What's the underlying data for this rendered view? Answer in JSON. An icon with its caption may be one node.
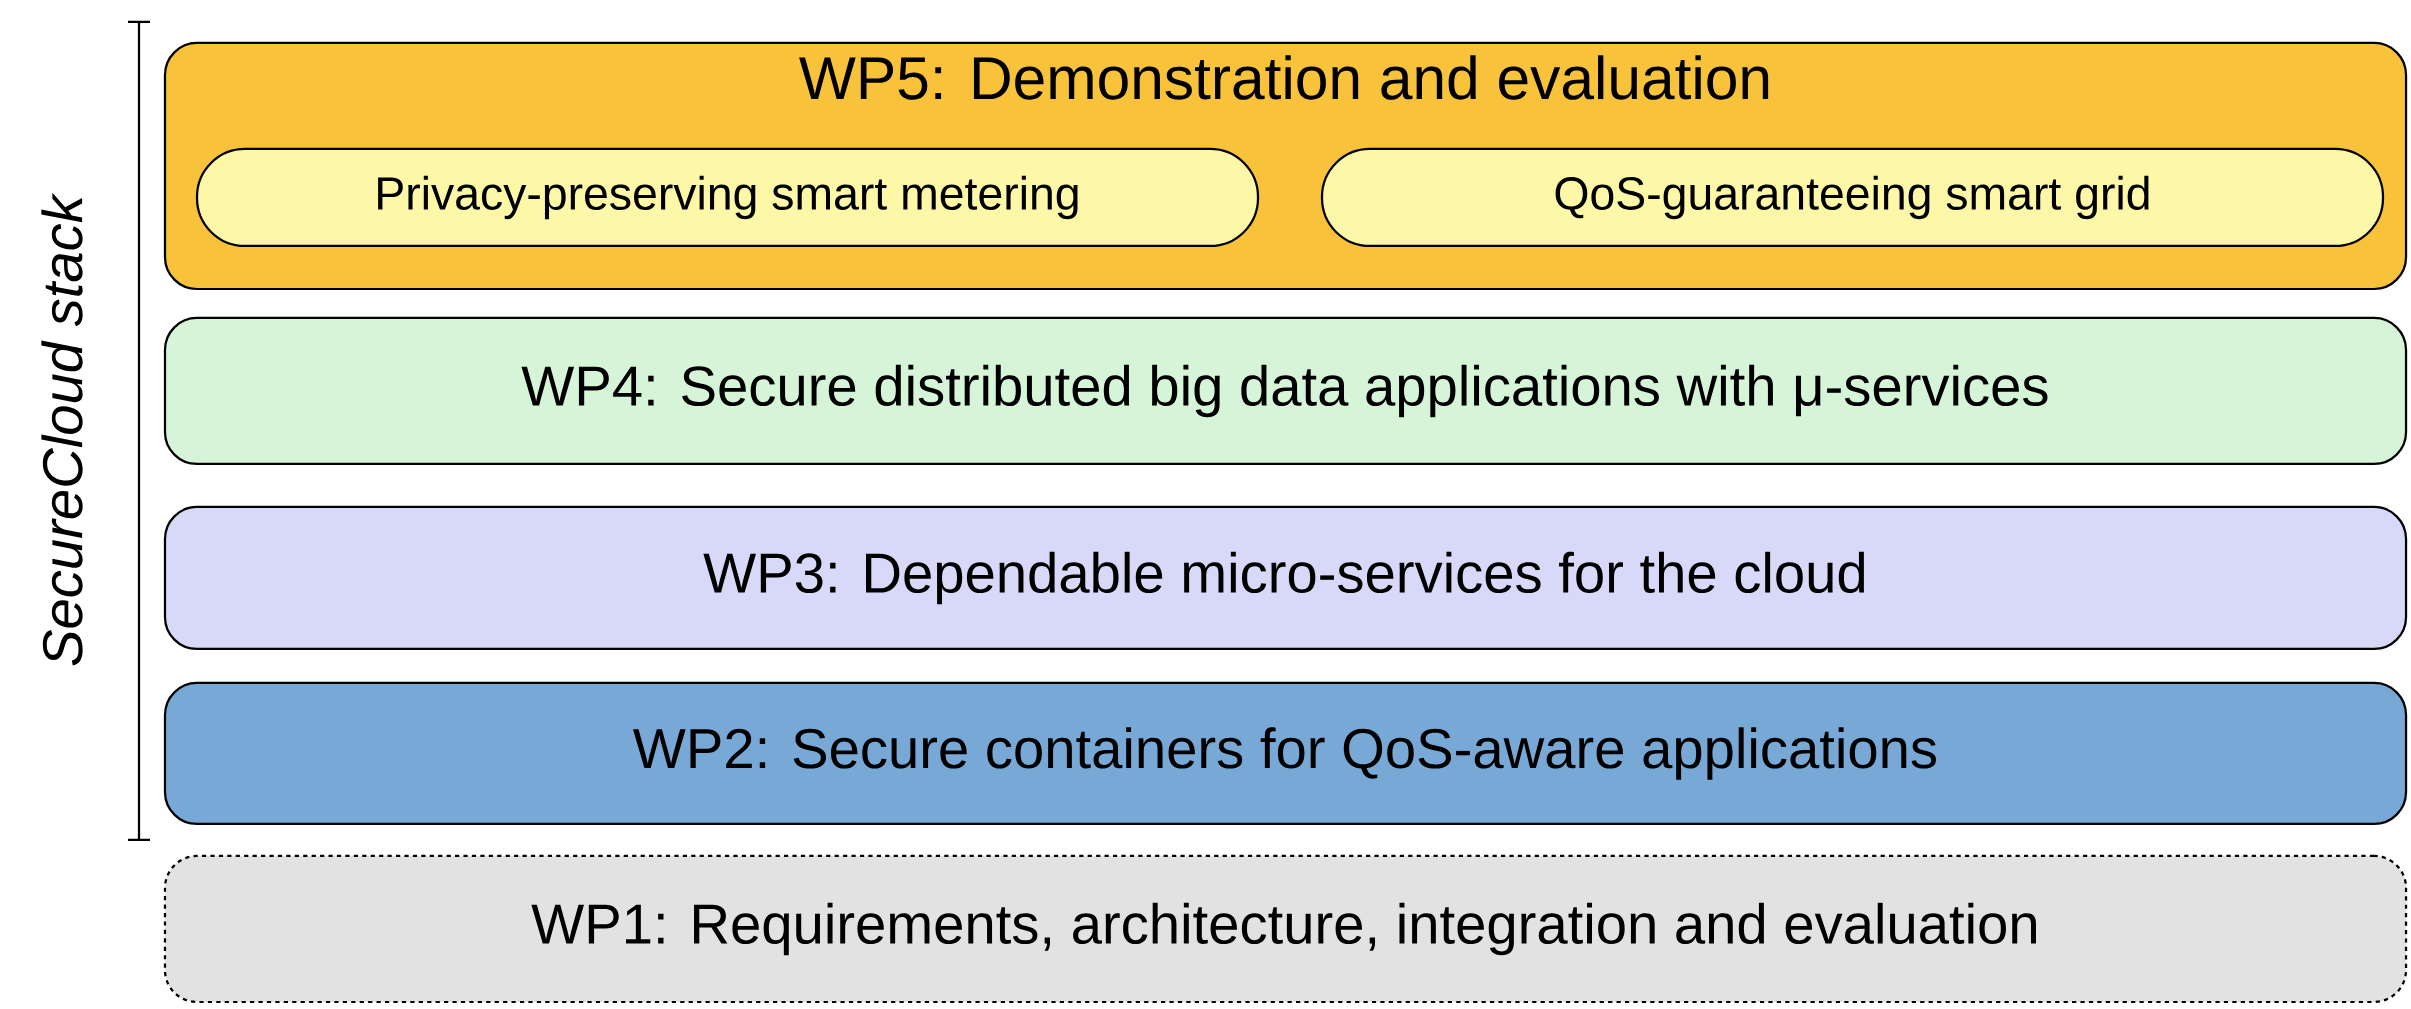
{
  "diagram": {
    "nodes": [
      {
        "text": [
          "WP5: Demonstration and evaluation"
        ]
      },
      {
        "text": [
          "Privacy-preserving smart metering"
        ],
        "in": 0
      },
      {
        "text": [
          "QoS-guaranteeing smart grid"
        ],
        "in": 0
      },
      {
        "text": [
          "WP4: Secure distributed big data applications with μ-services"
        ]
      },
      {
        "text": [
          "WP3: Dependable micro-services for the cloud"
        ]
      },
      {
        "text": [
          "WP2: Secure containers for QoS-aware applications"
        ]
      },
      {
        "text": [
          "WP1: Requirements, architecture, integration and evaluation"
        ]
      }
    ],
    "labels": [
      "SecureCloud stack"
    ]
  }
}
